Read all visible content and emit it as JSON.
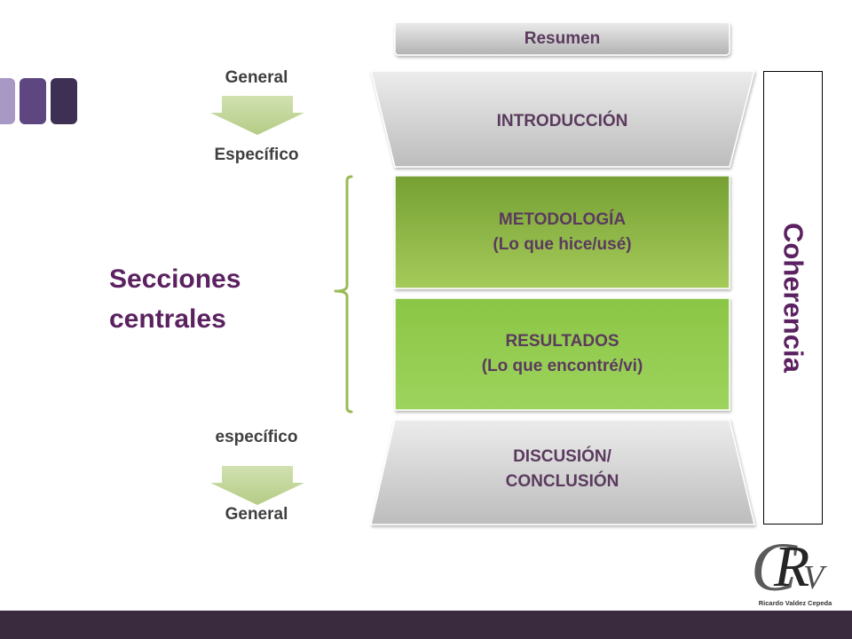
{
  "slide": {
    "top_flow": {
      "from_label": "General",
      "to_label": "Específico"
    },
    "bottom_flow": {
      "from_label": "específico",
      "to_label": "General"
    },
    "central_sections_label": {
      "line1": "Secciones",
      "line2": "centrales"
    },
    "structure": {
      "summary": "Resumen",
      "introduction": "INTRODUCCIÓN",
      "methodology": {
        "title": "METODOLOGÍA",
        "subtitle": "(Lo que hice/usé)"
      },
      "results": {
        "title": "RESULTADOS",
        "subtitle": "(Lo que encontré/vi)"
      },
      "discussion": {
        "line1": "DISCUSIÓN/",
        "line2": "CONCLUSIÓN"
      }
    },
    "coherence_label": "Coherencia",
    "logo": {
      "letters": [
        "C",
        "R",
        "V"
      ],
      "name": "Ricardo Valdez Cepeda"
    }
  },
  "icons": {
    "flow_arrow": "down-arrow-icon",
    "bracket": "left-bracket-icon",
    "decoration": "vertical-bars-icon"
  },
  "colors": {
    "heading_purple": "#5b2160",
    "box_text": "#5b3a5e",
    "label_text": "#3f3f3f",
    "arrow_green": "#c3d69b",
    "bracket_green": "#9bbb59",
    "methodology_green": "#8cb847",
    "results_green": "#92d050",
    "neutral_gray": "#c8c8c8",
    "footer_band": "#3b2b3e",
    "deco_light": "#a898c4",
    "deco_mid": "#5e4780",
    "deco_dark": "#3e3054"
  }
}
